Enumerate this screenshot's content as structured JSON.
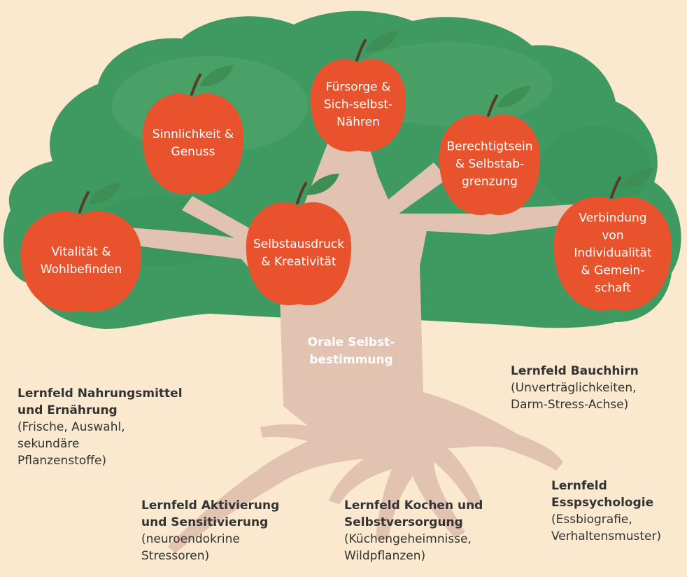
{
  "colors": {
    "background": "#fbe9cf",
    "foliage": "#3f9a62",
    "foliage_light": "#5cae75",
    "trunk": "#e2c2b1",
    "apple": "#e8532e",
    "leaf": "#3d8f55",
    "stem": "#5a3a24",
    "text_dark": "#333333"
  },
  "apples": [
    {
      "label": "Fürsorge &\nSich-selbst-\nNähren"
    },
    {
      "label": "Sinnlichkeit &\nGenuss"
    },
    {
      "label": "Berechtigtsein\n& Selbstab-\ngrenzung"
    },
    {
      "label": "Selbstausdruck\n& Kreativität"
    },
    {
      "label": "Vitalität &\nWohlbefinden"
    },
    {
      "label": "Verbindung\nvon\nIndividualität\n& Gemein-\nschaft"
    }
  ],
  "trunk_label": "Orale Selbst-\nbestimmung",
  "fields": [
    {
      "title": "Lernfeld Nahrungsmittel\nund Ernährung",
      "desc": "(Frische, Auswahl,\nsekundäre\nPflanzenstoffe)"
    },
    {
      "title": "Lernfeld Bauchhirn",
      "desc": "(Unverträglichkeiten,\nDarm-Stress-Achse)"
    },
    {
      "title": "Lernfeld\nEsspsychologie",
      "desc": "(Essbiografie,\nVerhaltensmuster)"
    },
    {
      "title": "Lernfeld Aktivierung\nund Sensitivierung",
      "desc": "(neuroendokrine\nStressoren)"
    },
    {
      "title": "Lernfeld Kochen und\nSelbstversorgung",
      "desc": "(Küchengeheimnisse,\nWildpflanzen)"
    }
  ]
}
